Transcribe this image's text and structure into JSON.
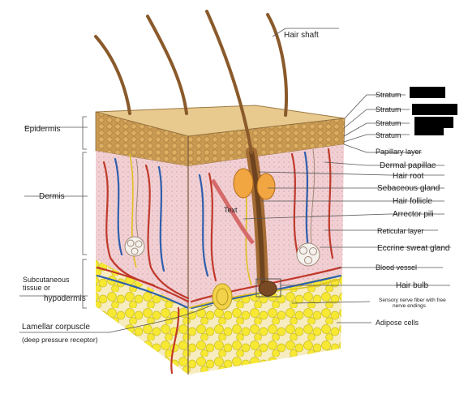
{
  "diagram": {
    "labels": {
      "hair_shaft": "Hair shaft",
      "stratum_1": "Stratum",
      "stratum_2": "Stratum",
      "stratum_3": "Stratum",
      "stratum_4": "Stratum",
      "papillary_layer": "Papillary layer",
      "dermal_papillae": "Dermal papillae",
      "hair_root": "Hair root",
      "sebaceous_gland": "Sebaceous gland",
      "hair_follicle": "Hair follicle",
      "arrector_pili": "Arrector pili",
      "reticular_layer": "Reticular layer",
      "eccrine_sweat_gland": "Eccrine sweat gland",
      "blood_vessel": "Blood vessel",
      "hair_bulb": "Hair bulb",
      "sensory_nerve_line1": "Sensory nerve fiber with free",
      "sensory_nerve_line2": "nerve endings",
      "adipose_cells": "Adipose cells",
      "epidermis": "Epidermis",
      "dermis": "Dermis",
      "subcutaneous_line1": "Subcutaneous",
      "subcutaneous_line2": "tissue or",
      "hypodermis": "hypodermis",
      "lamellar_corpuscle": "Lamellar corpuscle",
      "lamellar_note": "(deep pressure receptor)",
      "text_marker": "Text"
    },
    "colors": {
      "epidermis_top": "#e8c98e",
      "epidermis_layer": "#c99a52",
      "dermis": "#f2cfd2",
      "hypodermis": "#f7ecc0",
      "fat_cell": "#f6e833",
      "hair": "#8a5a2b",
      "artery": "#c0392b",
      "vein": "#2f5fae",
      "nerve": "#e0c020",
      "redaction": "#000000"
    }
  }
}
